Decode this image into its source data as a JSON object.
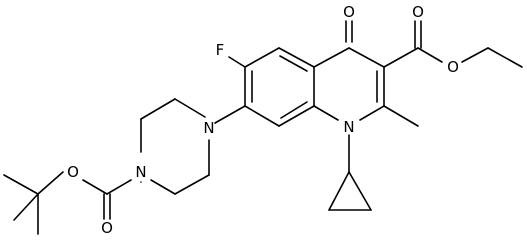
{
  "atoms": {
    "oxygen_ketone": "O",
    "oxygen_ester_carbonyl": "O",
    "oxygen_ester_link": "O",
    "fluorine": "F",
    "nitrogen_quinolone": "N",
    "nitrogen_piperazine_aryl": "N",
    "nitrogen_piperazine_carbamate": "N",
    "oxygen_carbamate_carbonyl": "O",
    "oxygen_carbamate_link": "O"
  },
  "colors": {
    "bond": "#000000",
    "label": "#000000",
    "background": "#ffffff"
  }
}
